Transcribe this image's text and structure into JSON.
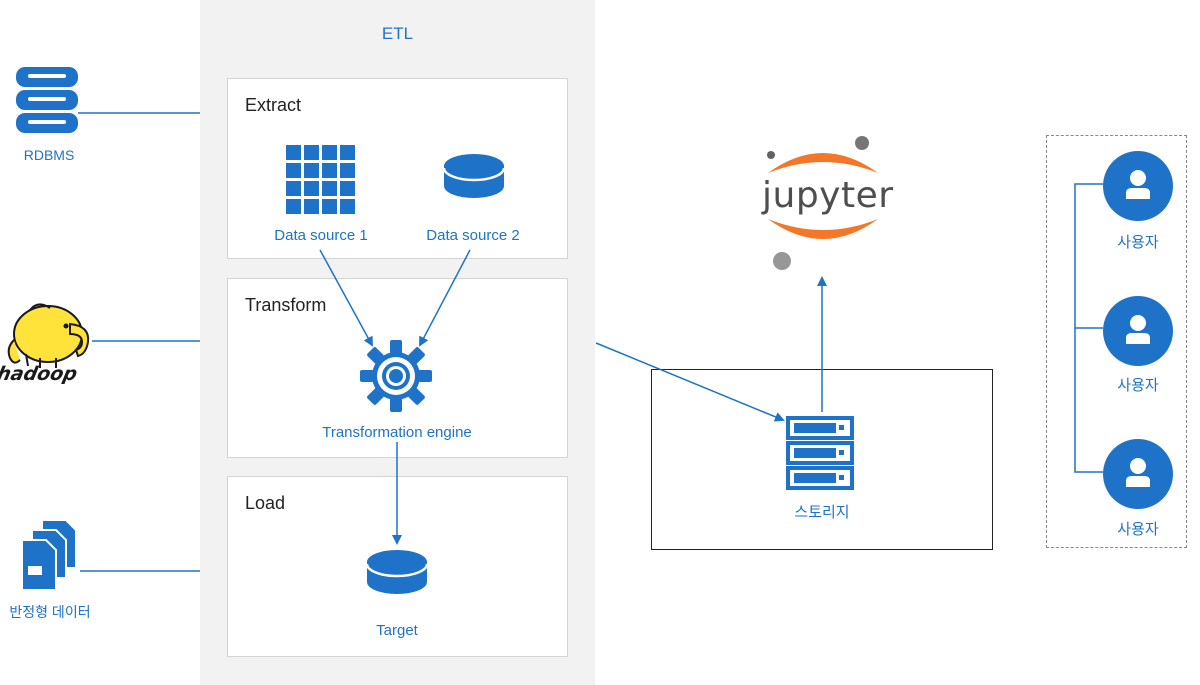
{
  "etl": {
    "title": "ETL"
  },
  "sources": {
    "rdbms": {
      "label": "RDBMS",
      "icon": "database-stack-icon"
    },
    "hadoop": {
      "icon": "hadoop-logo"
    },
    "semi_structured": {
      "label": "반정형 데이터",
      "icon": "documents-icon"
    }
  },
  "extract": {
    "title": "Extract",
    "source1": {
      "label": "Data source 1",
      "icon": "grid-table-icon"
    },
    "source2": {
      "label": "Data source 2",
      "icon": "database-disk-icon"
    }
  },
  "transform": {
    "title": "Transform",
    "engine": {
      "label": "Transformation engine",
      "icon": "gear-icon"
    }
  },
  "load": {
    "title": "Load",
    "target": {
      "label": "Target",
      "icon": "database-disk-icon"
    }
  },
  "storage": {
    "label": "스토리지",
    "icon": "server-icon"
  },
  "jupyter": {
    "logo_text": "jupyter",
    "icon": "jupyter-logo"
  },
  "users": [
    {
      "label": "사용자",
      "icon": "user-icon"
    },
    {
      "label": "사용자",
      "icon": "user-icon"
    },
    {
      "label": "사용자",
      "icon": "user-icon"
    }
  ],
  "colors": {
    "accent": "#1e73c8",
    "jupyter_orange": "#f37726",
    "etl_background": "#f2f2f2"
  }
}
